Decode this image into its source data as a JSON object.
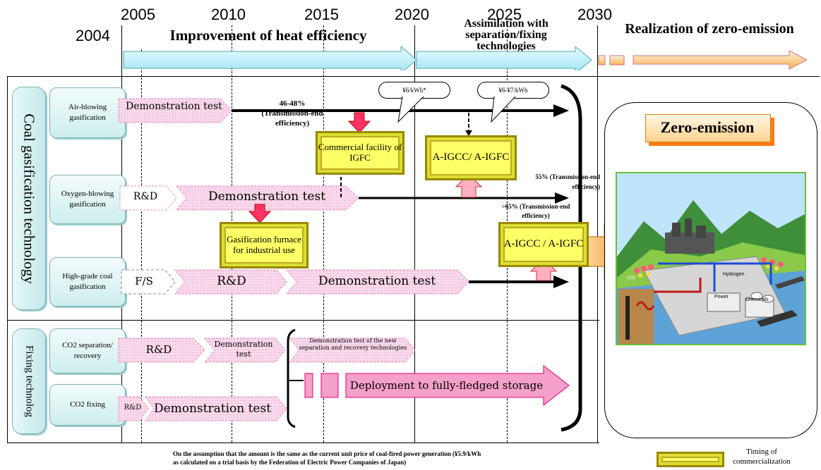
{
  "years": {
    "y2004": "2004",
    "y2005": "2005",
    "y2010": "2010",
    "y2015": "2015",
    "y2020": "2020",
    "y2025": "2025",
    "y2030": "2030"
  },
  "phases": {
    "heat_efficiency": "Improvement of heat efficiency",
    "assimilation": "Assimilation with separation/fixing technologies",
    "zero_emission": "Realization of zero-emission"
  },
  "categories": {
    "coal_gasification": "Coal gasification technology",
    "fixing": "Fixing technolog"
  },
  "rows": {
    "air": "Air-blowing gasification",
    "oxygen": "Oxygen-blowing gasification",
    "highgrade": "High-grade coal gasification",
    "co2sep": "CO2 separation/ recovery",
    "co2fix": "CO2 fixing"
  },
  "arrows": {
    "air_demo": "Demonstration test",
    "oxy_rd": "R&D",
    "oxy_demo": "Demonstration test",
    "hg_fs": "F/S",
    "hg_rd": "R&D",
    "hg_demo": "Demonstration test",
    "sep_rd": "R&D",
    "sep_demo": "Demonstration test",
    "sep_new": "Demonstration test of the new separation and recovery technologies",
    "fix_rd": "R&D",
    "fix_demo": "Demonstration test",
    "deploy": "Deployment to fully-fledged storage"
  },
  "boxes": {
    "igfc": "Commercial facility of IGFC",
    "aigcc1": "A-IGCC/ A-IGFC",
    "furnace": "Gasification furnace for industrial use",
    "aigcc2": "A-IGCC / A-IGFC"
  },
  "labels": {
    "eff1": "46-48% (Transmission-end efficiency)",
    "eff2": "55% (Transmission-end efficiency)",
    "eff3": ">65% (Transmission-end efficiency)",
    "cost1": "¥6/kWh*",
    "cost2": "¥6-¥7/kWh",
    "zero_title": "Zero-emission",
    "map_city": "CO2",
    "map_hydrogen": "Hydrogen",
    "map_power": "Power",
    "map_chemicals": "Chemicals"
  },
  "footer": {
    "note1": "On the assumption that the amount is the same as the current unit price of coal-fired power generation (¥5.9/kWh",
    "note2": "as calculated on a trial basis by the Federation of Electric Power Companies of Japan)",
    "legend": "Timing of commercialization"
  }
}
